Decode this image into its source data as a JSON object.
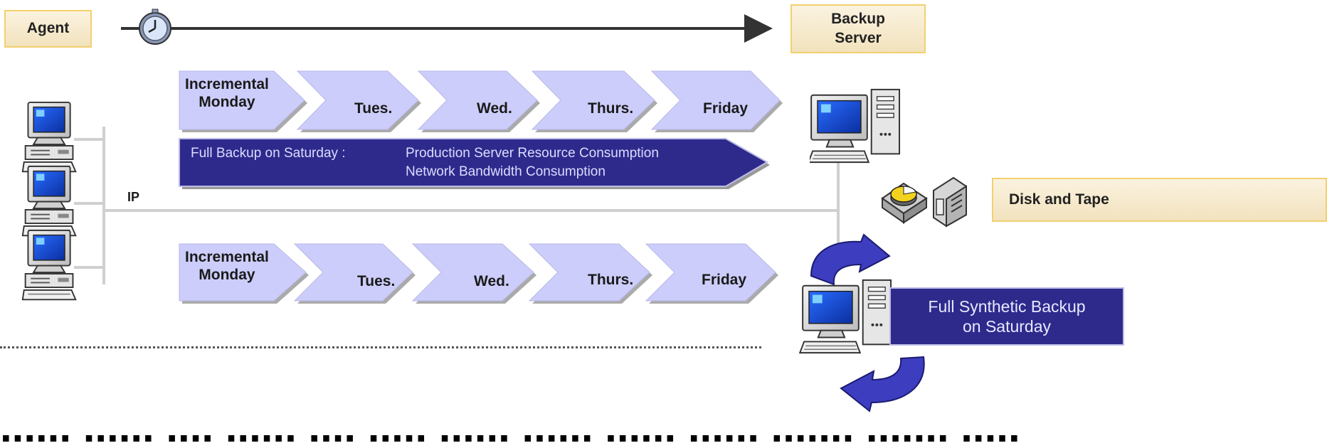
{
  "top": {
    "agent_label": "Agent",
    "backup_server_label": "Backup\nServer"
  },
  "network": {
    "ip_label": "IP"
  },
  "schedule_top": {
    "days": [
      "Incremental\nMonday",
      "Tues.",
      "Wed.",
      "Thurs.",
      "Friday"
    ]
  },
  "full_backup": {
    "title": "Full Backup on Saturday :",
    "line1": "Production Server Resource Consumption",
    "line2": "Network Bandwidth Consumption"
  },
  "schedule_bottom": {
    "days": [
      "Incremental\nMonday",
      "Tues.",
      "Wed.",
      "Thurs.",
      "Friday"
    ]
  },
  "storage": {
    "label": "Disk and Tape"
  },
  "synthetic": {
    "label": "Full Synthetic Backup\non Saturday"
  },
  "footer": {
    "text": "...... ...... .... ...... .... ..... ...... ...... ...... ...... ....... ....... ....."
  },
  "colors": {
    "chevron_fill": "#cdcdfb",
    "full_backup_fill": "#2e2a8c",
    "label_box_fill": "#f6ead0",
    "label_box_border": "#f3d06e",
    "cycle_arrow": "#2f2fa0",
    "clock_face": "#c9d9f2"
  }
}
